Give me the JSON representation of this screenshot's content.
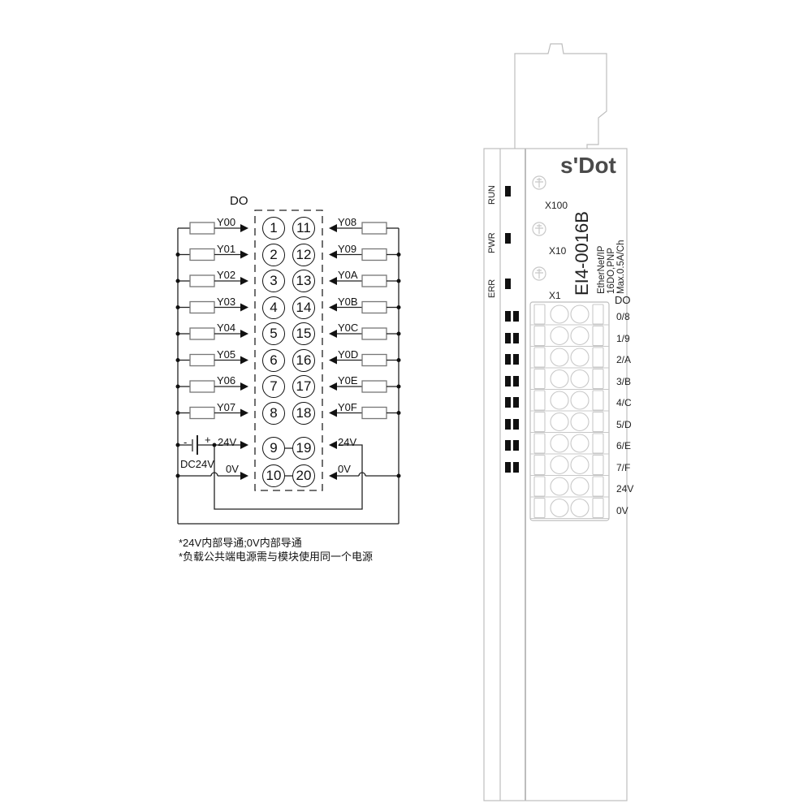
{
  "schematic": {
    "title": "DO",
    "left_outputs": [
      {
        "signal": "Y00",
        "pin": "1"
      },
      {
        "signal": "Y01",
        "pin": "2"
      },
      {
        "signal": "Y02",
        "pin": "3"
      },
      {
        "signal": "Y03",
        "pin": "4"
      },
      {
        "signal": "Y04",
        "pin": "5"
      },
      {
        "signal": "Y05",
        "pin": "6"
      },
      {
        "signal": "Y06",
        "pin": "7"
      },
      {
        "signal": "Y07",
        "pin": "8"
      }
    ],
    "right_outputs": [
      {
        "signal": "Y08",
        "pin": "11"
      },
      {
        "signal": "Y09",
        "pin": "12"
      },
      {
        "signal": "Y0A",
        "pin": "13"
      },
      {
        "signal": "Y0B",
        "pin": "14"
      },
      {
        "signal": "Y0C",
        "pin": "15"
      },
      {
        "signal": "Y0D",
        "pin": "16"
      },
      {
        "signal": "Y0E",
        "pin": "17"
      },
      {
        "signal": "Y0F",
        "pin": "18"
      }
    ],
    "power": {
      "left_24v": "24V",
      "left_0v": "0V",
      "right_24v": "24V",
      "right_0v": "0V",
      "pin_9": "9",
      "pin_19": "19",
      "pin_10": "10",
      "pin_20": "20",
      "supply_label": "DC24V",
      "minus": "-",
      "plus": "+"
    },
    "notes": [
      "*24V内部导通;0V内部导通",
      "*负载公共端电源需与模块使用同一个电源"
    ]
  },
  "device": {
    "brand": "s'Dot",
    "model": "EI4-0016B",
    "spec_lines": [
      "EtherNet/IP",
      "16DO,PNP",
      "Max.0.5A/Ch"
    ],
    "status_leds": [
      "RUN",
      "PWR",
      "ERR"
    ],
    "rotary_switches": [
      "X100",
      "X10",
      "X1"
    ],
    "terminal_header": "DO",
    "terminal_labels": [
      "0/8",
      "1/9",
      "2/A",
      "3/B",
      "4/C",
      "5/D",
      "6/E",
      "7/F",
      "24V",
      "0V"
    ],
    "colors": {
      "outline": "#bdbdbd",
      "logo": "#4a4a4a",
      "led": "#111111"
    }
  }
}
